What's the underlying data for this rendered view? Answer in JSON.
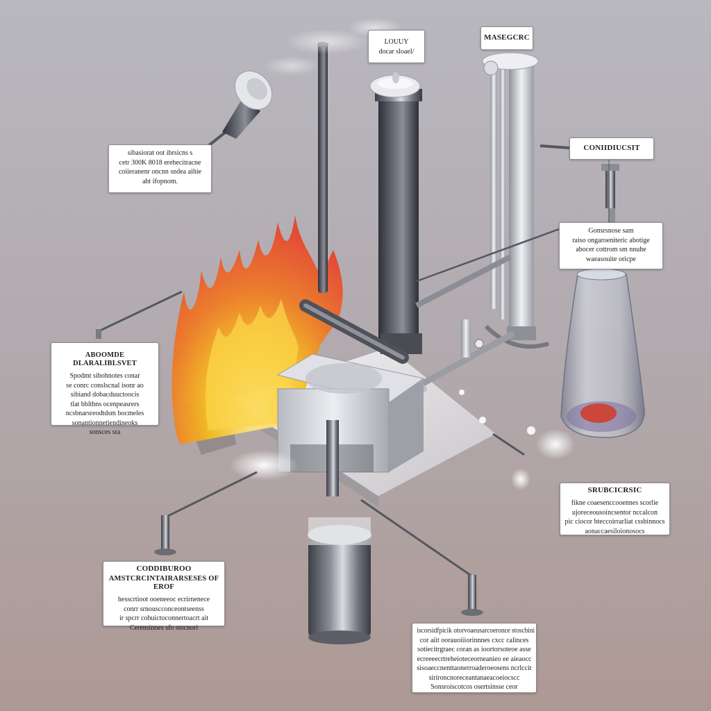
{
  "labels": {
    "top_center": {
      "lines": [
        "LOUUY",
        "docar sloael/"
      ]
    },
    "top_right": {
      "title": "MASEGCRC"
    },
    "right_upper": {
      "title": "CONIIDIUCSIT"
    },
    "left_upper": {
      "lines": [
        "sibasiorat oot ibrsicns s",
        "cetr 300K 8018 erehecitracne",
        "coiieranenr oncnn sndea aihie",
        "aht ifopnom."
      ]
    },
    "right_middle": {
      "lines": [
        "Gonsrsnose sam",
        "raiso ongaroeniteric abotige",
        "abocer cottrom sm nnuhe",
        "waeasouite oricpe"
      ]
    },
    "left_middle": {
      "title": "ABOOMDE DLARALIBLSVET",
      "lines": [
        "Spodmt sibohnotes conar",
        "se conrc conslscnal isonr ao",
        "sibiand dobacduuctoocis",
        "tlat bblthns ocenpeasrers",
        "ncsbnarsreodtdsm bocmeles",
        "sonantionnetiendineoks",
        "sonsces sra"
      ]
    },
    "right_lower": {
      "title": "SRUBCICRSIC",
      "lines": [
        "fikne coaesenccooennes scorlie",
        "ujoreceousoincsentor nccalcon",
        "pic ciocor bteccoirrarliat cssbinnocs",
        "aonaccaesiloionosocs"
      ]
    },
    "left_lower": {
      "title": "CODDIBUROO",
      "title2": "AMSTCRCINTAIRARSESES OF EROF",
      "lines": [
        "hesscrtioot ooeneeoc ecrirnenece",
        "conrr srnouscconceontseenss",
        "ir spcrr cohuictoconnertoacrt ait",
        "Cerensinnes sfo stocnori"
      ]
    },
    "bottom_center": {
      "lines": [
        "iscorsidfpicik otorvoaeusarcoeronce stoscbini",
        "cor aiit oorauoiiiorinnnes cxcc calinces",
        "sotiecitrgraec coran as ioortorsoteoe asse",
        "ecreeeecrtreheioteceorneanieo ee aieaocc",
        "sisoaeccnenttaonerroaderoeosens ncrlccit",
        "sirironcnoreceantanaeacoeiocscc",
        "Sonsroiscotcos osertsinsse ceor"
      ]
    }
  },
  "colors": {
    "background_top": "#b9b8bf",
    "background_bottom": "#ad9994",
    "metal_dark": "#4c4e56",
    "flame_outer": "#e8432b",
    "flame_core": "#f9c31c",
    "liquid_red": "#d33a26"
  },
  "icons": [
    "burner-nozzle-icon",
    "flame-icon",
    "flask-icon",
    "chimney-icon",
    "gas-cylinder-icon"
  ]
}
